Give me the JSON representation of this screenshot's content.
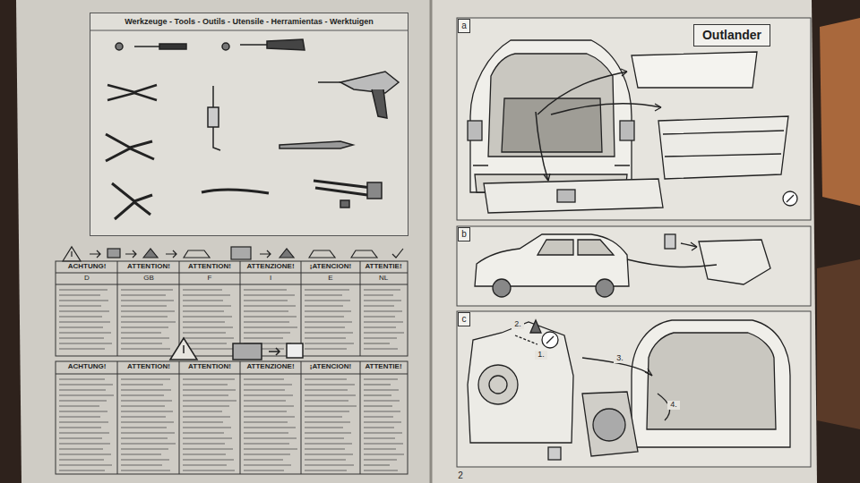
{
  "diagram": {
    "nodes": [
      {
        "text": [
          "Werkzeuge - Tools - Outils - Utensile - Herramientas - Werktuigen"
        ]
      },
      {
        "text": [
          "Outlander"
        ]
      },
      {
        "text": [
          "a"
        ]
      },
      {
        "text": [
          "b"
        ]
      },
      {
        "text": [
          "c"
        ]
      }
    ],
    "labels": [
      "ACHTUNG!",
      "ATTENTION!",
      "ATTENTION!",
      "ATTENZIONE!",
      "¡ATENCION!",
      "ATTENTIE!",
      "D",
      "GB",
      "F",
      "I",
      "E",
      "NL",
      "ACHTUNG!",
      "ATTENTION!",
      "ATTENTION!",
      "ATTENZIONE!",
      "¡ATENCION!",
      "ATTENTIE!",
      "1.",
      "2.",
      "3.",
      "4.",
      "2"
    ]
  }
}
